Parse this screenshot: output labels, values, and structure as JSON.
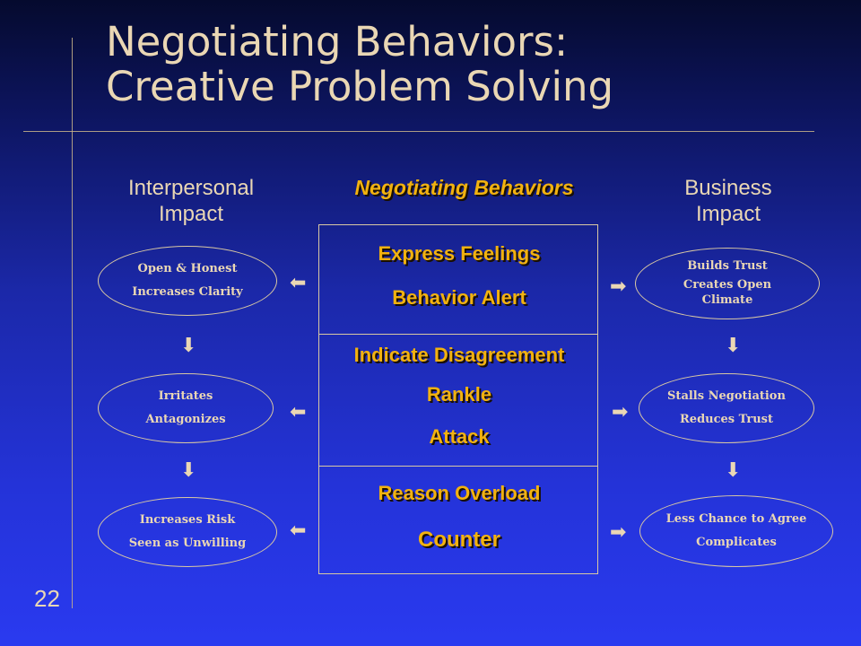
{
  "title": {
    "line1": "Negotiating Behaviors:",
    "line2": "Creative Problem Solving"
  },
  "page_number": "22",
  "headers": {
    "left": {
      "line1": "Interpersonal",
      "line2": "Impact"
    },
    "center": "Negotiating Behaviors",
    "right": {
      "line1": "Business",
      "line2": "Impact"
    }
  },
  "behaviors": {
    "group1": [
      "Express Feelings",
      "Behavior Alert"
    ],
    "group2": [
      "Indicate Disagreement",
      "Rankle",
      "Attack"
    ],
    "group3": [
      "Reason Overload",
      "Counter"
    ]
  },
  "interpersonal": [
    {
      "line1": "Open & Honest",
      "line2": "Increases Clarity"
    },
    {
      "line1": "Irritates",
      "line2": "Antagonizes"
    },
    {
      "line1": "Increases Risk",
      "line2": "Seen as Unwilling"
    }
  ],
  "business": [
    {
      "line1": "Builds Trust",
      "line2": "Creates Open Climate"
    },
    {
      "line1": "Stalls Negotiation",
      "line2": "Reduces Trust"
    },
    {
      "line1": "Less Chance to Agree",
      "line2": "Complicates"
    }
  ],
  "icons": {
    "left": "arrow-left-icon",
    "right": "arrow-right-icon",
    "down": "arrow-down-icon"
  },
  "colors": {
    "accent": "#f2b20f",
    "text": "#ead7b4",
    "rule": "#c9b48a"
  }
}
